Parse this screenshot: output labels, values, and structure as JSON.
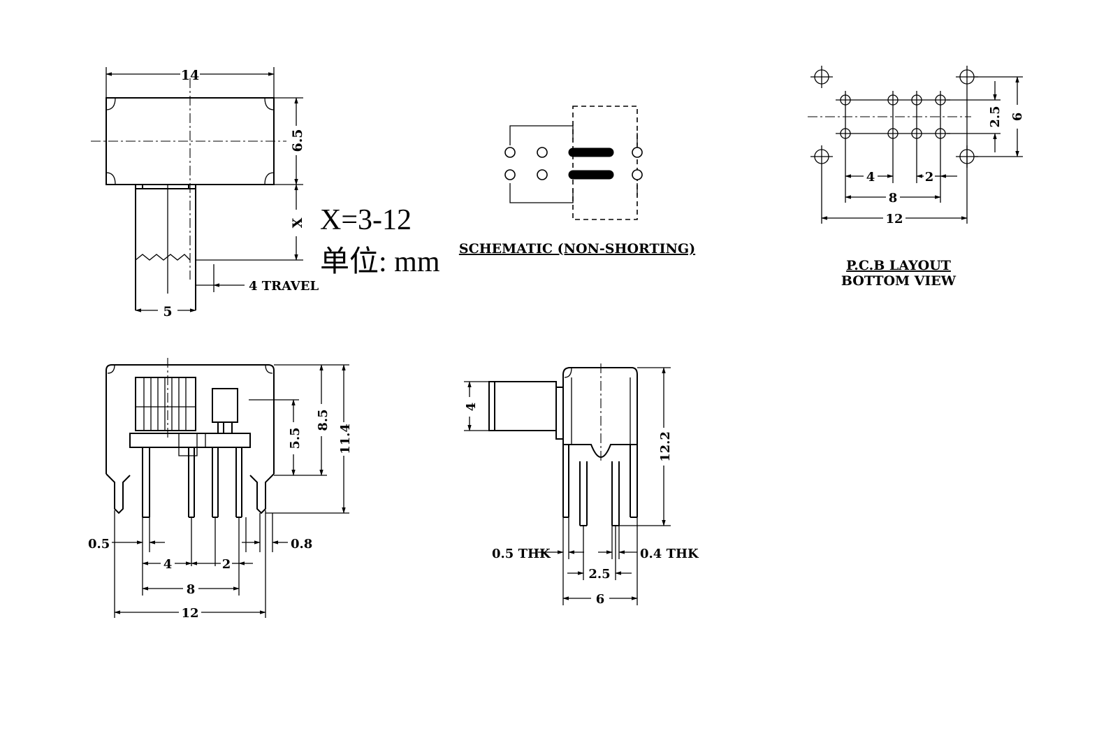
{
  "top_view": {
    "width_dim": "14",
    "height_dim": "6.5",
    "actuator_dim": "X",
    "actuator_width_dim": "5",
    "travel_label": "4 TRAVEL"
  },
  "notes": {
    "x_range": "X=3-12",
    "unit": "单位: mm"
  },
  "schematic": {
    "caption": "SCHEMATIC (NON-SHORTING)"
  },
  "pcb_layout": {
    "caption_line1": "P.C.B LAYOUT",
    "caption_line2": "BOTTOM VIEW",
    "dim_row_pitch": "2.5",
    "dim_mount_pitch": "6",
    "dim_pin_gap_a": "4",
    "dim_pin_gap_b": "2",
    "dim_pin_span": "8",
    "dim_mount_span": "12"
  },
  "front_view": {
    "dim_body_to_pins": "5.5",
    "dim_total_height": "8.5",
    "dim_lead_height": "11.4",
    "dim_pin_width": "0.5",
    "dim_mount_width": "0.8",
    "dim_pin_gap_a": "4",
    "dim_pin_gap_b": "2",
    "dim_pin_span": "8",
    "dim_mount_span": "12"
  },
  "side_view": {
    "dim_actuator": "4",
    "dim_height": "12.2",
    "dim_pin_thk_left": "0.5 THK",
    "dim_pin_thk_right": "0.4 THK",
    "dim_row_pitch": "2.5",
    "dim_width": "6"
  }
}
